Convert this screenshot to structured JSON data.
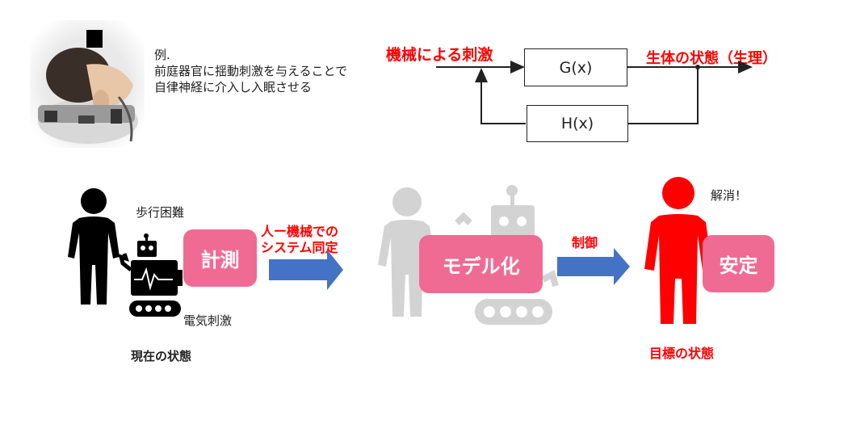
{
  "example": {
    "label": "例.",
    "line1": "前庭器官に揺動刺激を与えることで",
    "line2": "自律神経に介入し入眠させる"
  },
  "block_diagram": {
    "input_label": "機械による刺激",
    "forward_block": "G(x)",
    "feedback_block": "H(x)",
    "output_label": "生体の状態（生理）"
  },
  "flow": {
    "current_state": {
      "symptom": "歩行困難",
      "stimulus": "電気刺激",
      "caption": "現在の状態",
      "action_box": "計測"
    },
    "arrow1_label_line1": "人ー機械での",
    "arrow1_label_line2": "システム同定",
    "model_box": "モデル化",
    "arrow2_label": "制御",
    "target_state": {
      "resolved": "解消！",
      "state_box": "安定",
      "caption": "目標の状態"
    }
  },
  "colors": {
    "accent_red": "#ff0000",
    "pink_box": "#f06b93",
    "arrow_blue": "#4472c4",
    "faded_gray": "#d3d3d3"
  }
}
